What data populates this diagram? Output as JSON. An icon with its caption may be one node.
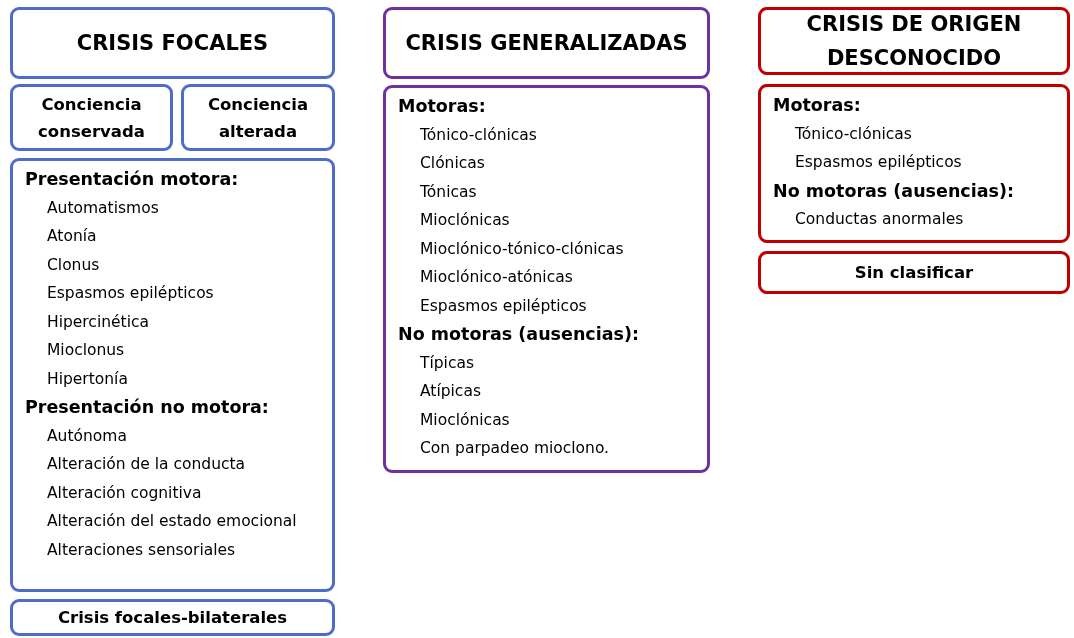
{
  "diagram": {
    "nodes": [
      {
        "text": [
          "CRISIS FOCALES"
        ]
      },
      {
        "text": [
          "Conciencia conservada"
        ]
      },
      {
        "text": [
          "Conciencia alterada"
        ]
      },
      {
        "text": [
          "Presentación motora:",
          "Automatismos",
          "Atonía",
          "Clonus",
          "Espasmos epilépticos",
          "Hipercinética",
          "Mioclonus",
          "Hipertonía",
          "Presentación no motora:",
          "Autónoma",
          "Alteración de la conducta",
          "Alteración cognitiva",
          "Alteración del estado emocional",
          "Alteraciones sensoriales"
        ]
      },
      {
        "text": [
          "Crisis focales-bilaterales"
        ]
      },
      {
        "text": [
          "CRISIS GENERALIZADAS"
        ]
      },
      {
        "text": [
          "Motoras:",
          "Tónico-clónicas",
          "Clónicas",
          "Tónicas",
          "Mioclónicas",
          "Mioclónico-tónico-clónicas",
          "Mioclónico-atónicas",
          "Espasmos epilépticos",
          "No motoras (ausencias):",
          "Típicas",
          "Atípicas",
          "Mioclónicas",
          "Con parpadeo mioclono."
        ]
      },
      {
        "text": [
          "CRISIS DE ORIGEN DESCONOCIDO"
        ]
      },
      {
        "text": [
          "Motoras:",
          "Tónico-clónicas",
          "Espasmos epilépticos",
          "No motoras (ausencias):",
          "Conductas anormales"
        ]
      },
      {
        "text": [
          "Sin clasificar"
        ]
      }
    ]
  }
}
